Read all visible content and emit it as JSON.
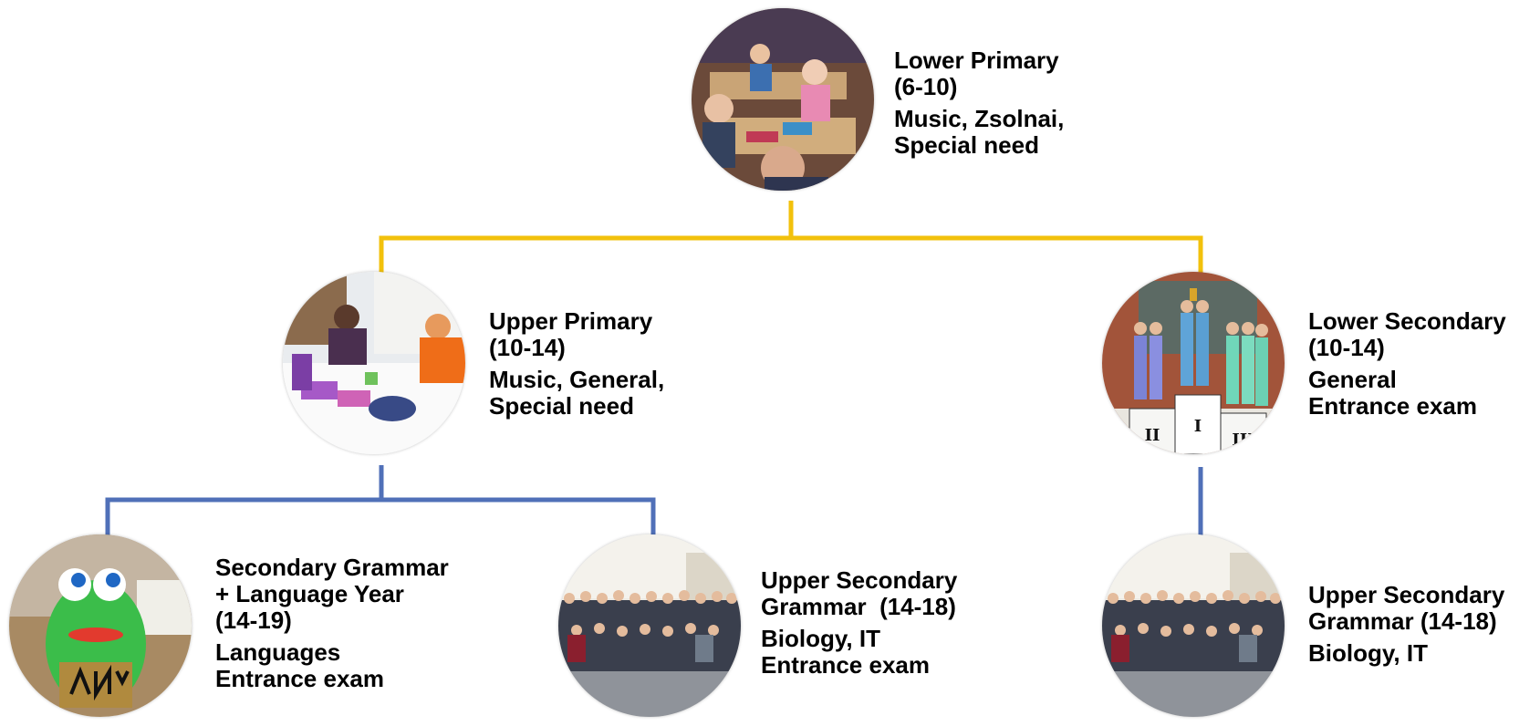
{
  "colors": {
    "top_connector": "#F2C10C",
    "lower_connector": "#5070B8",
    "text": "#000000"
  },
  "nodes": {
    "lower_primary": {
      "title_lines": [
        "Lower Primary",
        "(6-10)"
      ],
      "detail_lines": [
        "Music, Zsolnai,",
        "Special need"
      ],
      "photo": "classroom-photo"
    },
    "upper_primary": {
      "title_lines": [
        "Upper Primary",
        "(10-14)"
      ],
      "detail_lines": [
        "Music, General,",
        "Special need"
      ],
      "photo": "art-class-photo"
    },
    "lower_secondary": {
      "title_lines": [
        "Lower Secondary",
        "(10-14)"
      ],
      "detail_lines": [
        "General",
        "Entrance exam"
      ],
      "photo": "podium-awards-photo"
    },
    "secondary_grammar_language": {
      "title_lines": [
        "Secondary Grammar",
        "+ Language Year",
        "(14-19)"
      ],
      "detail_lines": [
        "Languages",
        "Entrance exam"
      ],
      "photo": "clay-frog-photo"
    },
    "upper_secondary_a": {
      "title_lines": [
        "Upper Secondary",
        "Grammar  (14-18)"
      ],
      "detail_lines": [
        "Biology, IT",
        "Entrance exam"
      ],
      "photo": "group-photo"
    },
    "upper_secondary_b": {
      "title_lines": [
        "Upper Secondary",
        "Grammar (14-18)"
      ],
      "detail_lines": [
        "Biology, IT"
      ],
      "photo": "group-photo"
    }
  },
  "podium_labels": [
    "II",
    "I",
    "III"
  ]
}
